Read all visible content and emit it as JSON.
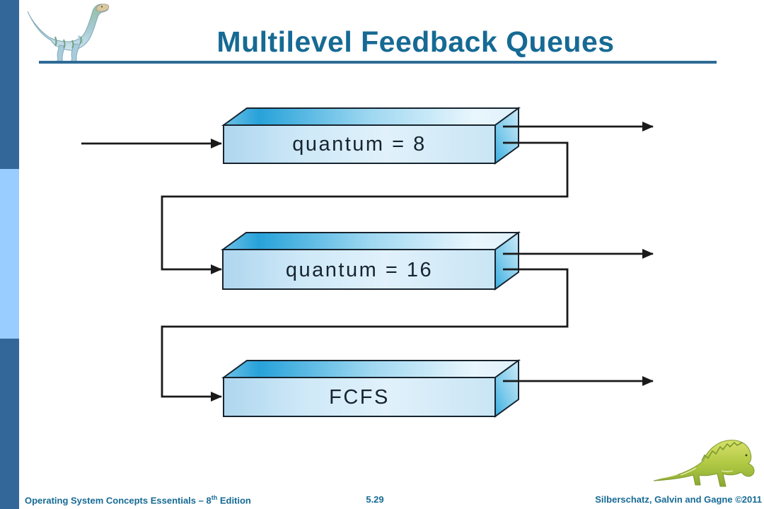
{
  "slide": {
    "title": "Multilevel Feedback Queues",
    "footer": {
      "book": "Operating System Concepts Essentials – 8",
      "edition_sup": "th",
      "edition_rest": " Edition",
      "page_number": "5.29",
      "authors": "Silberschatz, Galvin and Gagne ©2011"
    }
  },
  "diagram": {
    "type": "multilevel-feedback-queue-flow",
    "queues": [
      {
        "label": "quantum = 8"
      },
      {
        "label": "quantum = 16"
      },
      {
        "label": "FCFS"
      }
    ]
  },
  "icons": {
    "top_left": "dinosaur-logo-icon",
    "bottom_right": "lizard-logo-icon"
  },
  "colors": {
    "title_text": "#166a94",
    "footer_text": "#166a94",
    "sidebar_dark": "#336699",
    "sidebar_light": "#99ccff",
    "title_rule": "#2f6b96",
    "arrow": "#1a1a1a",
    "box_outline": "#17242f",
    "box_front": "#d9edf9",
    "box_top_deep": "#27a2d9",
    "box_side_deep": "#38ade0"
  }
}
